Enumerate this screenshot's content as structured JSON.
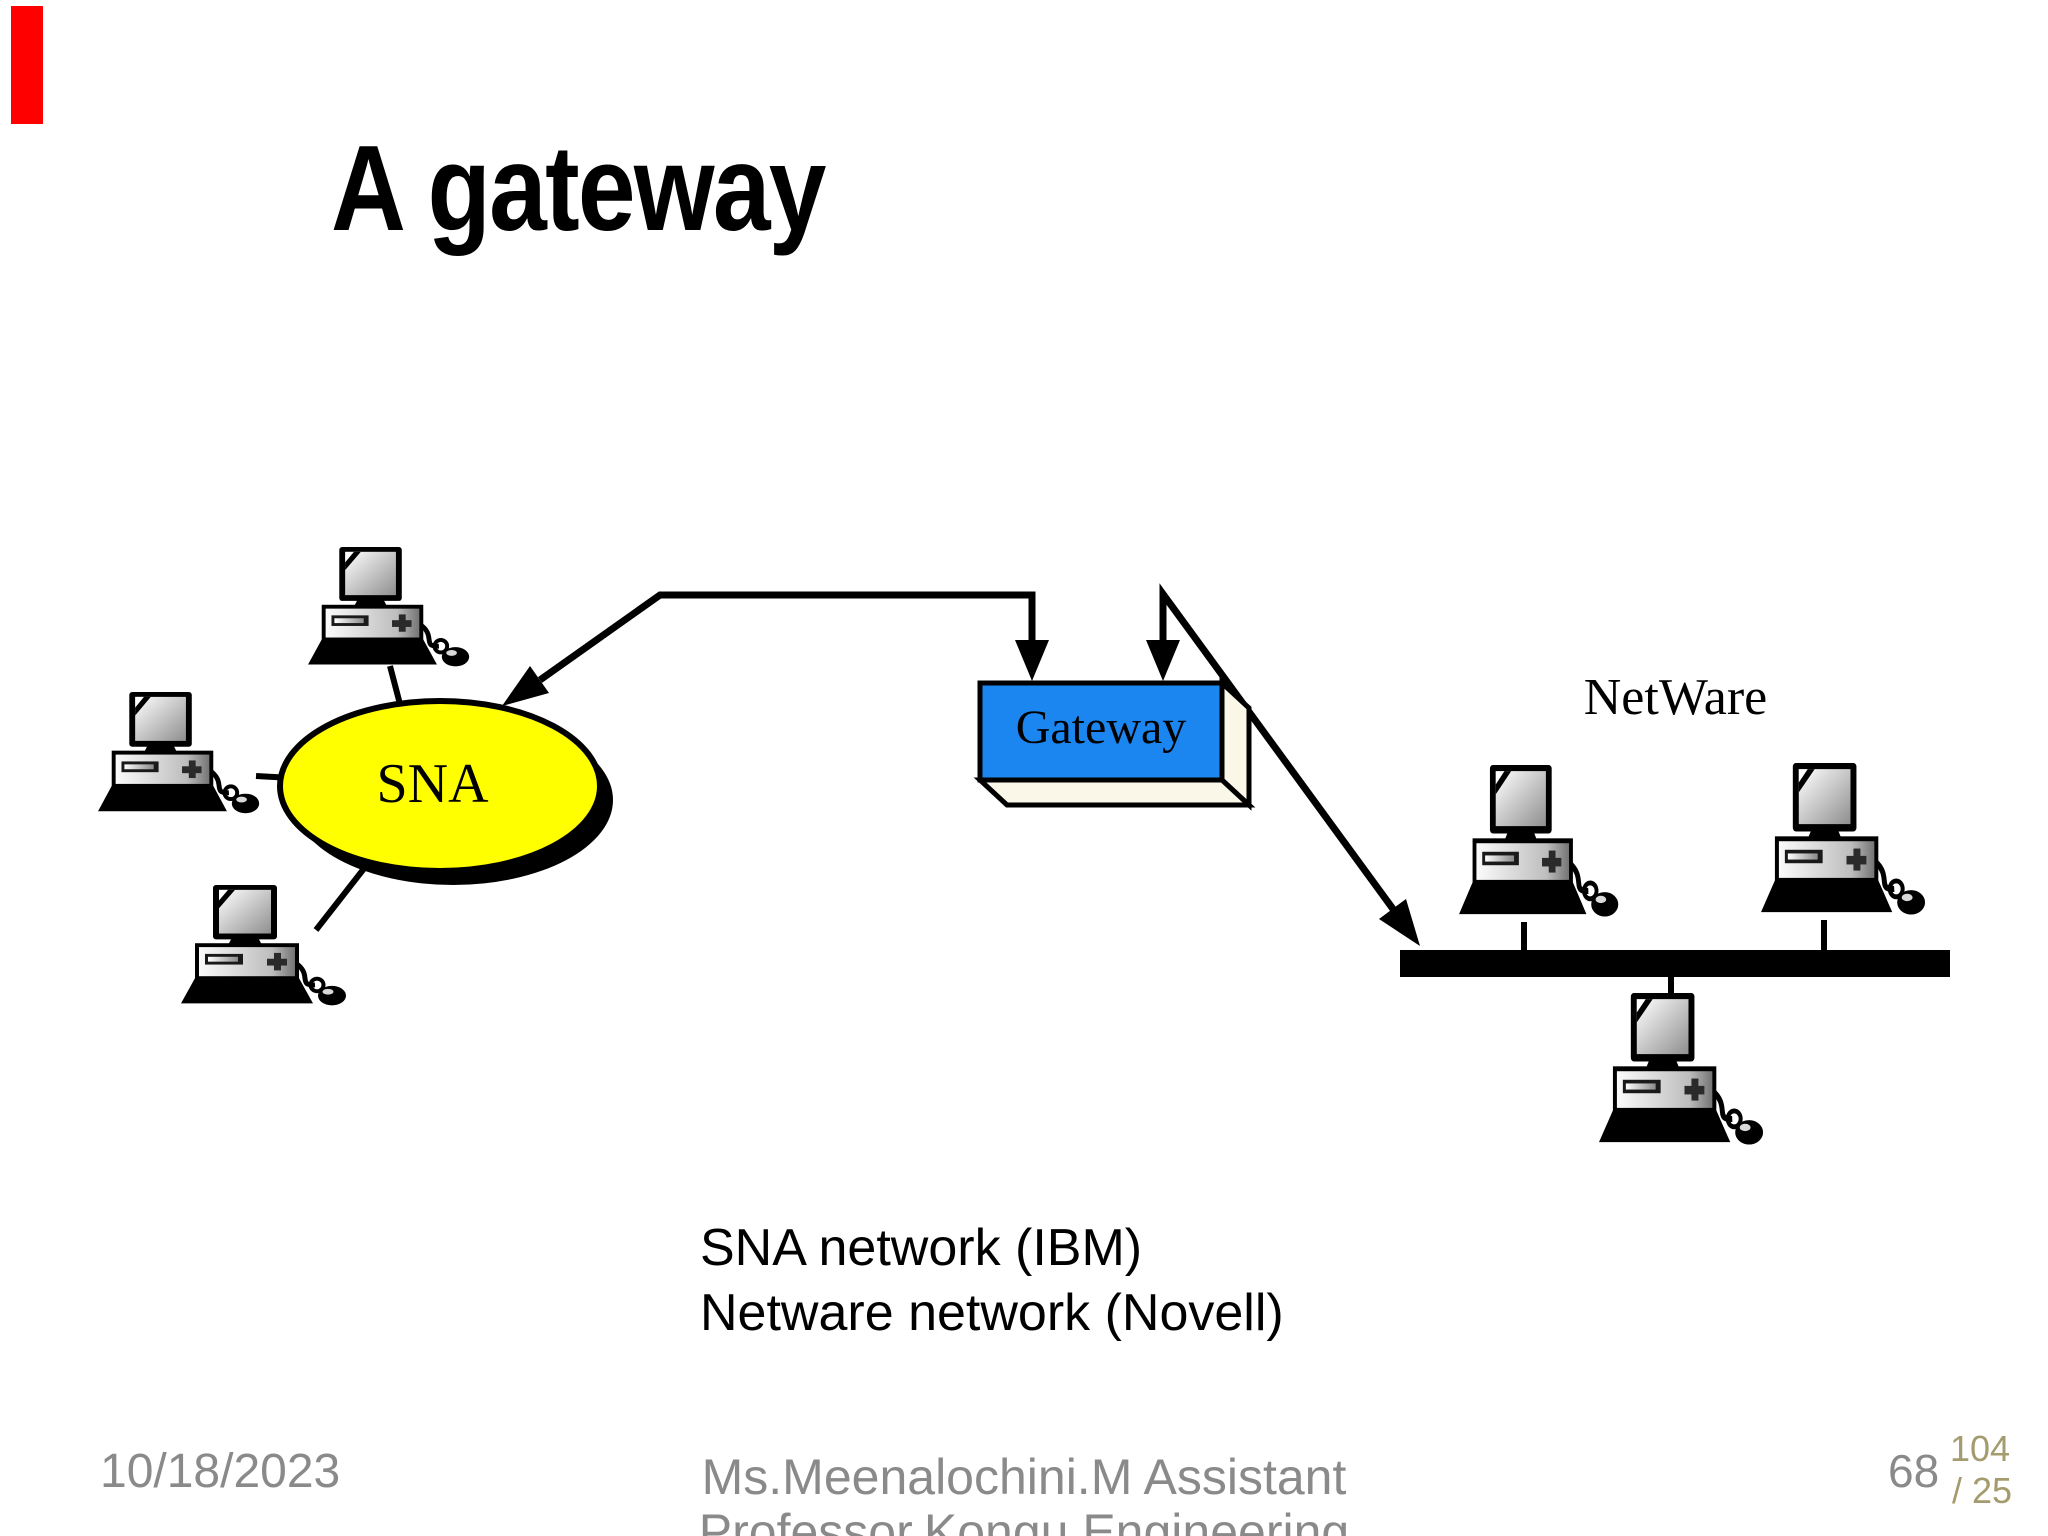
{
  "slide": {
    "title": "A gateway",
    "diagram": {
      "sna_label": "SNA",
      "gateway_label": "Gateway",
      "netware_label": "NetWare",
      "colors": {
        "sna_fill": "#ffff00",
        "gateway_front": "#1c86f0",
        "gateway_side": "#faf6e8",
        "line": "#000000",
        "red_marker": "#ff0000"
      }
    },
    "caption": {
      "line1": "SNA network (IBM)",
      "line2": "Netware network (Novell)"
    },
    "footer": {
      "date": "10/18/2023",
      "author_line1": "Ms.Meenalochini.M Assistant",
      "author_line2": "Professor,Kongu Engineering",
      "page_number": "68",
      "counter_top": "104",
      "counter_bottom": "/ 25"
    }
  }
}
